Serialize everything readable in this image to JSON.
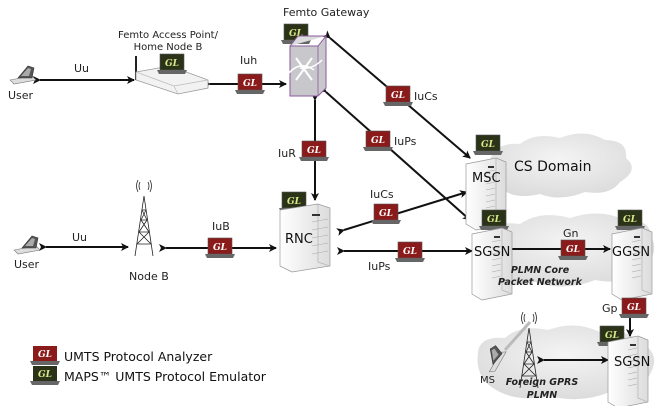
{
  "colors": {
    "analyzer": "#8b1a1a",
    "emulator": "#2a3318",
    "emulator_text": "#d8e88a",
    "analyzer_text": "#ffffff",
    "gateway_fill": "#c8c8cc",
    "gateway_stroke": "#8a5a9a",
    "cloud": "#e6e6e6"
  },
  "nodes": {
    "user_top": "User",
    "femto_ap_line1": "Femto Access Point/",
    "femto_ap_line2": "Home Node B",
    "femto_gateway": "Femto Gateway",
    "user_bottom": "User",
    "node_b": "Node B",
    "rnc": "RNC",
    "msc": "MSC",
    "sgsn": "SGSN",
    "ggsn": "GGSN",
    "sgsn_foreign": "SGSN",
    "ms": "MS"
  },
  "domains": {
    "cs": "CS Domain",
    "plmn_core_line1": "PLMN Core",
    "plmn_core_line2": "Packet Network",
    "foreign_line1": "Foreign GPRS",
    "foreign_line2": "PLMN"
  },
  "interfaces": {
    "uu_top": "Uu",
    "iuh": "Iuh",
    "iucs_top": "IuCs",
    "iups_top": "IuPs",
    "iur": "IuR",
    "uu_bottom": "Uu",
    "iub": "IuB",
    "iucs_mid": "IuCs",
    "iups_bottom": "IuPs",
    "gn": "Gn",
    "gp": "Gp"
  },
  "badge_text": "GL",
  "legend": [
    {
      "icon": "analyzer-laptop-icon",
      "label": "UMTS Protocol Analyzer"
    },
    {
      "icon": "emulator-laptop-icon",
      "label": "MAPS™ UMTS Protocol Emulator"
    }
  ]
}
